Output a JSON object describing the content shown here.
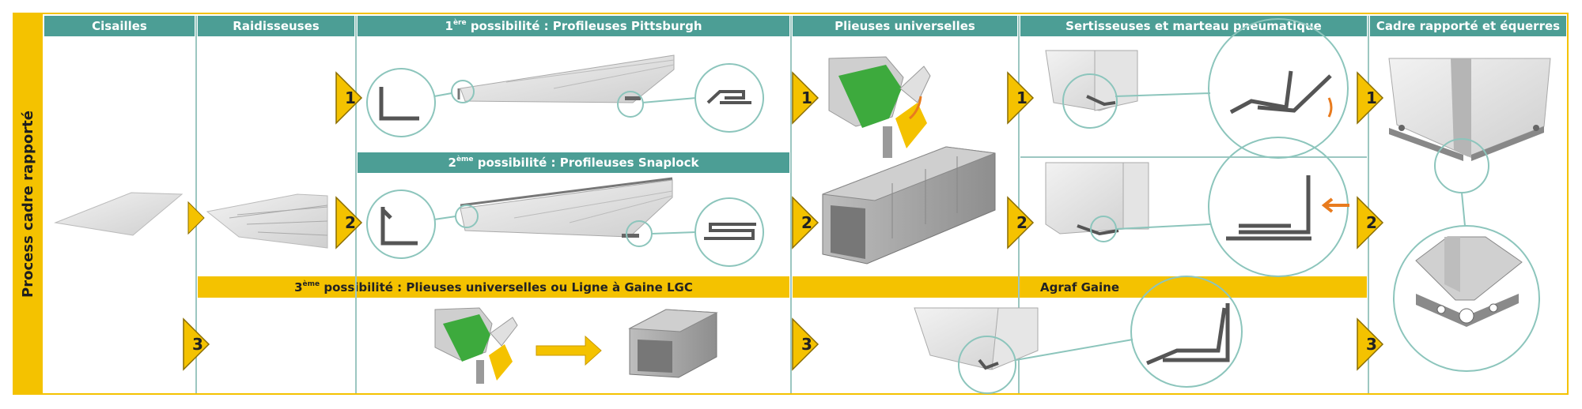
{
  "sidebar_title": "Process cadre rapporté",
  "headers": {
    "cisailles": "Cisailles",
    "raidisseuses": "Raidisseuses",
    "pittsburgh_pre": "1",
    "pittsburgh_sup": "ère",
    "pittsburgh_post": " possibilité : Profileuses Pittsburgh",
    "plieuses": "Plieuses universelles",
    "sertisseuses": "Sertisseuses et marteau pneumatique",
    "cadre": "Cadre rapporté et équerres"
  },
  "snaplock": {
    "pre": "2",
    "sup": "ème",
    "post": " possibilité : Profileuses Snaplock"
  },
  "plieuses_band": {
    "pre": "3",
    "sup": "ème",
    "post": " possibilité : Plieuses universelles ou Ligne à Gaine LGC"
  },
  "agraf_band": "Agraf Gaine",
  "step_labels": {
    "one": "1",
    "two": "2",
    "three": "3"
  },
  "colors": {
    "teal": "#4c9e95",
    "yellow": "#f4c200",
    "green": "#3daa3d",
    "orange": "#e87b1e",
    "metal": "#d7d7d7"
  }
}
